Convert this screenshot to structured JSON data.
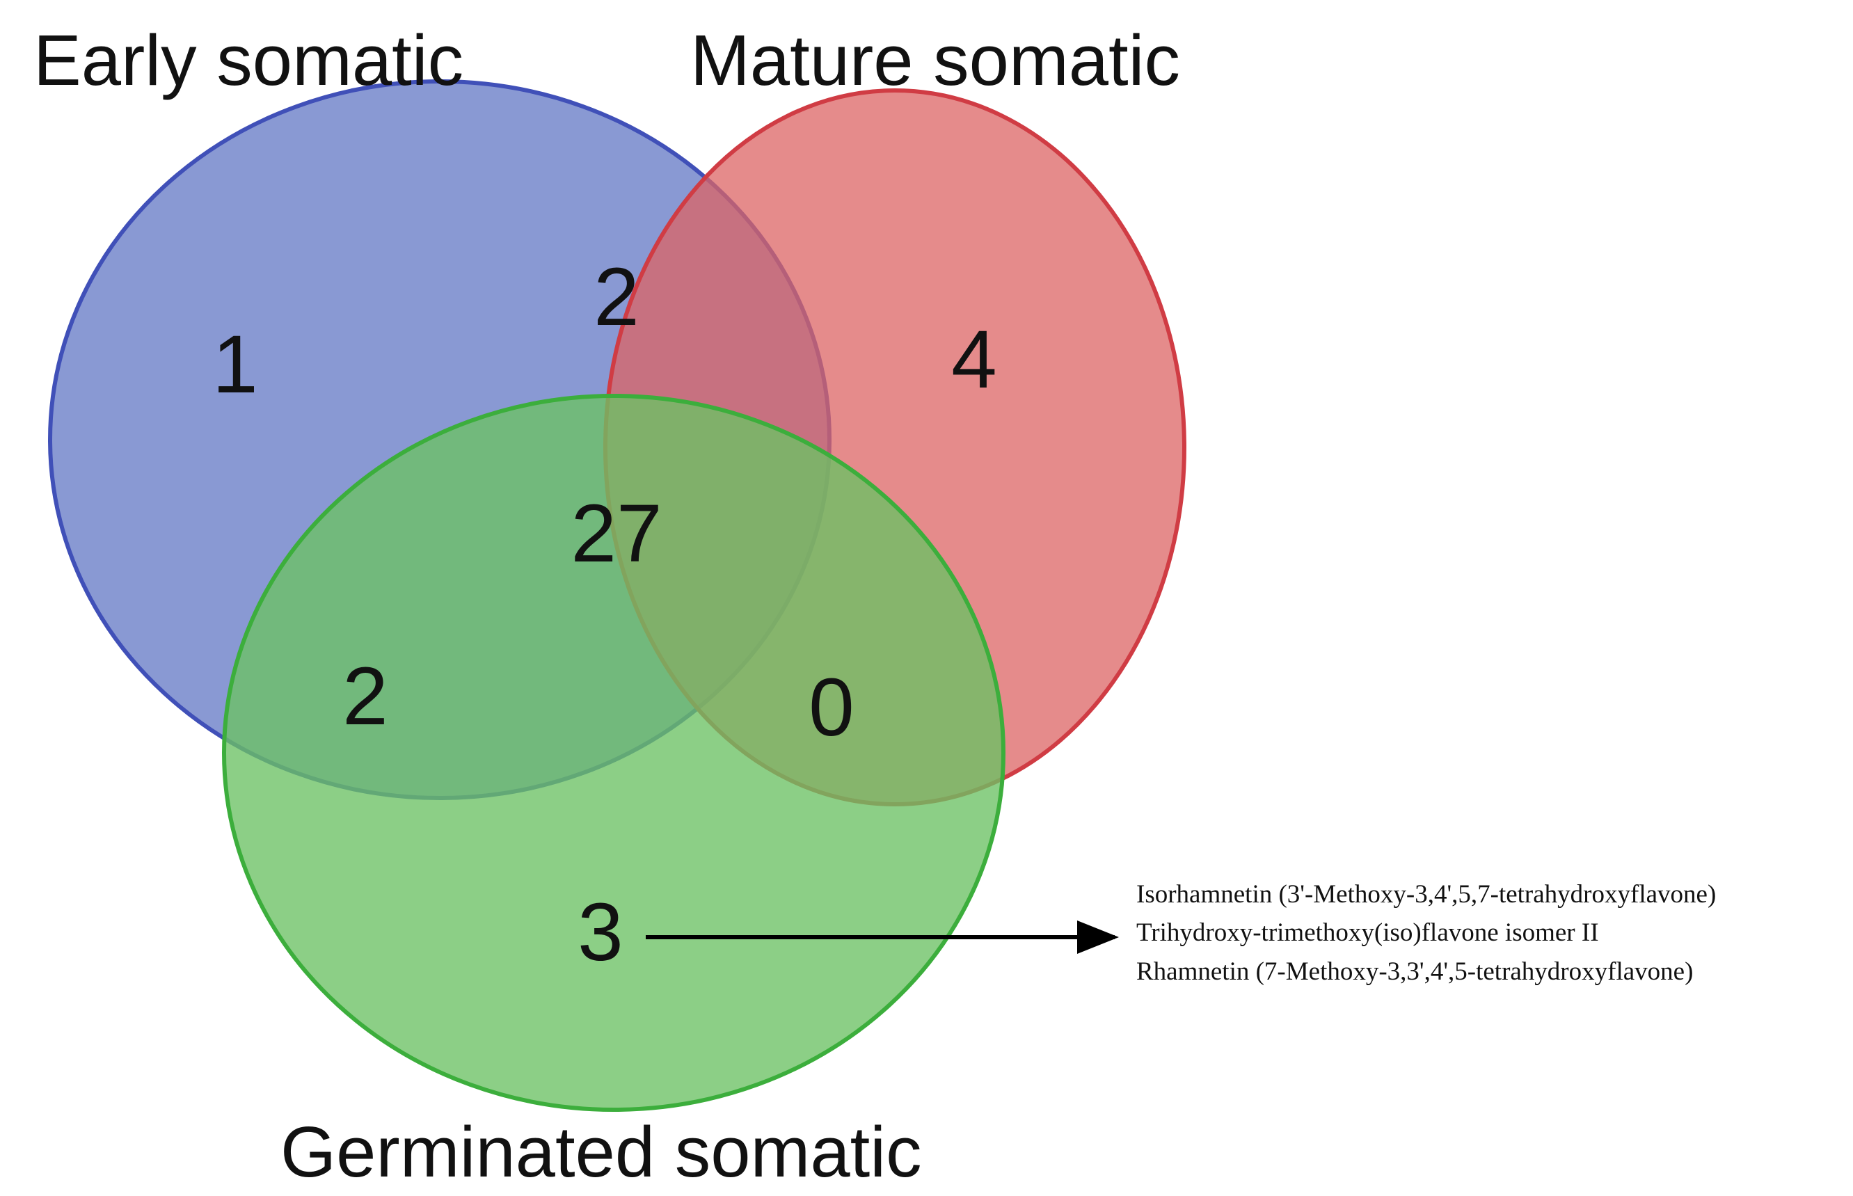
{
  "sets": {
    "early": {
      "label": "Early somatic",
      "fill": "#6C80C8",
      "stroke": "#4050B8"
    },
    "mature": {
      "label": "Mature somatic",
      "fill": "#DC6464",
      "stroke": "#D03C44"
    },
    "germinated": {
      "label": "Germinated somatic",
      "fill": "#6CC264",
      "stroke": "#3CAE3C"
    }
  },
  "regions": {
    "early_only": "1",
    "mature_only": "4",
    "germinated_only": "3",
    "early_mature": "2",
    "early_germinated": "2",
    "mature_germinated": "0",
    "all_three": "27"
  },
  "annotation": {
    "points_from": "germinated_only",
    "lines": [
      "Isorhamnetin (3'-Methoxy-3,4',5,7-tetrahydroxyflavone)",
      "Trihydroxy-trimethoxy(iso)flavone isomer II",
      "Rhamnetin (7-Methoxy-3,3',4',5-tetrahydroxyflavone)"
    ]
  }
}
